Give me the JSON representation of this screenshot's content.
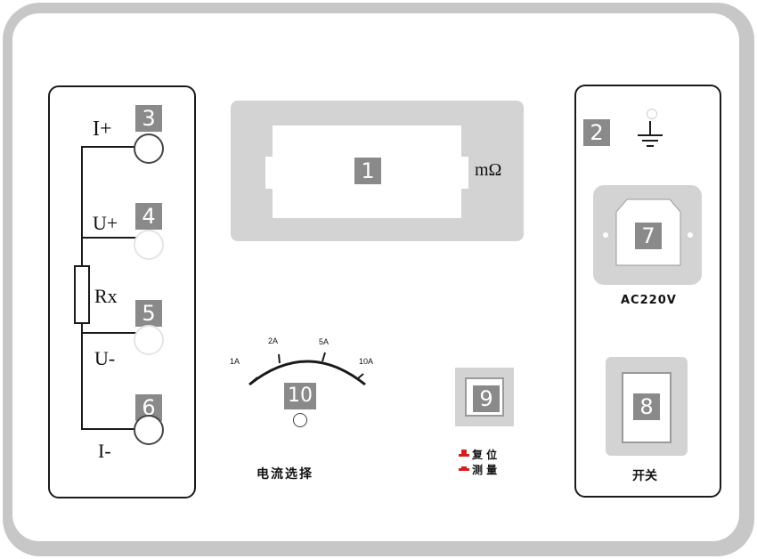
{
  "display": {
    "number": "1",
    "unit": "mΩ"
  },
  "ground": {
    "number": "2"
  },
  "terminals": [
    {
      "number": "3",
      "label": "I+"
    },
    {
      "number": "4",
      "label": "U+"
    },
    {
      "number": "5",
      "label": "U-"
    },
    {
      "number": "6",
      "label": "I-"
    }
  ],
  "resistor_label": "Rx",
  "power_socket": {
    "number": "7",
    "label": "AC220V"
  },
  "power_switch": {
    "number": "8",
    "label": "开关"
  },
  "reset_button": {
    "number": "9",
    "label_reset": "复 位",
    "label_measure": "测 量"
  },
  "current_selector": {
    "number": "10",
    "label": "电流选择",
    "ticks": [
      "1A",
      "2A",
      "5A",
      "10A"
    ]
  },
  "colors": {
    "frame": "#c7c7c7",
    "display_bezel": "#d3d3d3",
    "number_badge": "#8a8a8a",
    "indicator_red": "#d42020"
  }
}
